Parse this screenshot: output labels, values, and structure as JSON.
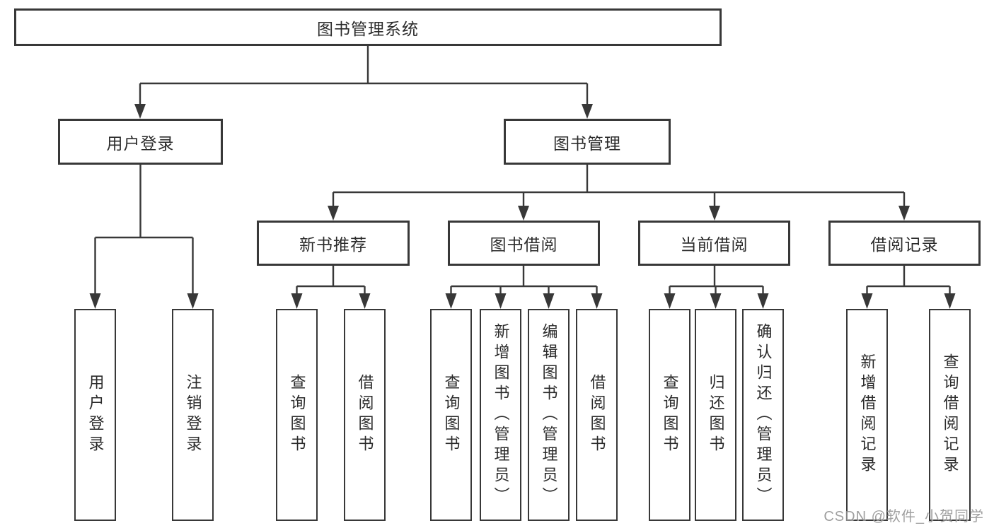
{
  "colors": {
    "line": "#383838",
    "text": "#2b2b2b",
    "watermark": "#8f8f8f",
    "background": "#ffffff"
  },
  "tree": {
    "root": "图书管理系统",
    "branches": [
      {
        "label": "用户登录",
        "children": [
          "用户登录",
          "注销登录"
        ]
      },
      {
        "label": "图书管理",
        "children": [
          {
            "label": "新书推荐",
            "children": [
              "查询图书",
              "借阅图书"
            ]
          },
          {
            "label": "图书借阅",
            "children": [
              "查询图书",
              "新增图书（管理员）",
              "编辑图书（管理员）",
              "借阅图书"
            ]
          },
          {
            "label": "当前借阅",
            "children": [
              "查询图书",
              "归还图书",
              "确认归还（管理员）"
            ]
          },
          {
            "label": "借阅记录",
            "children": [
              "新增借阅记录",
              "查询借阅记录"
            ]
          }
        ]
      }
    ]
  },
  "watermark": "CSDN @软件_小贺同学"
}
